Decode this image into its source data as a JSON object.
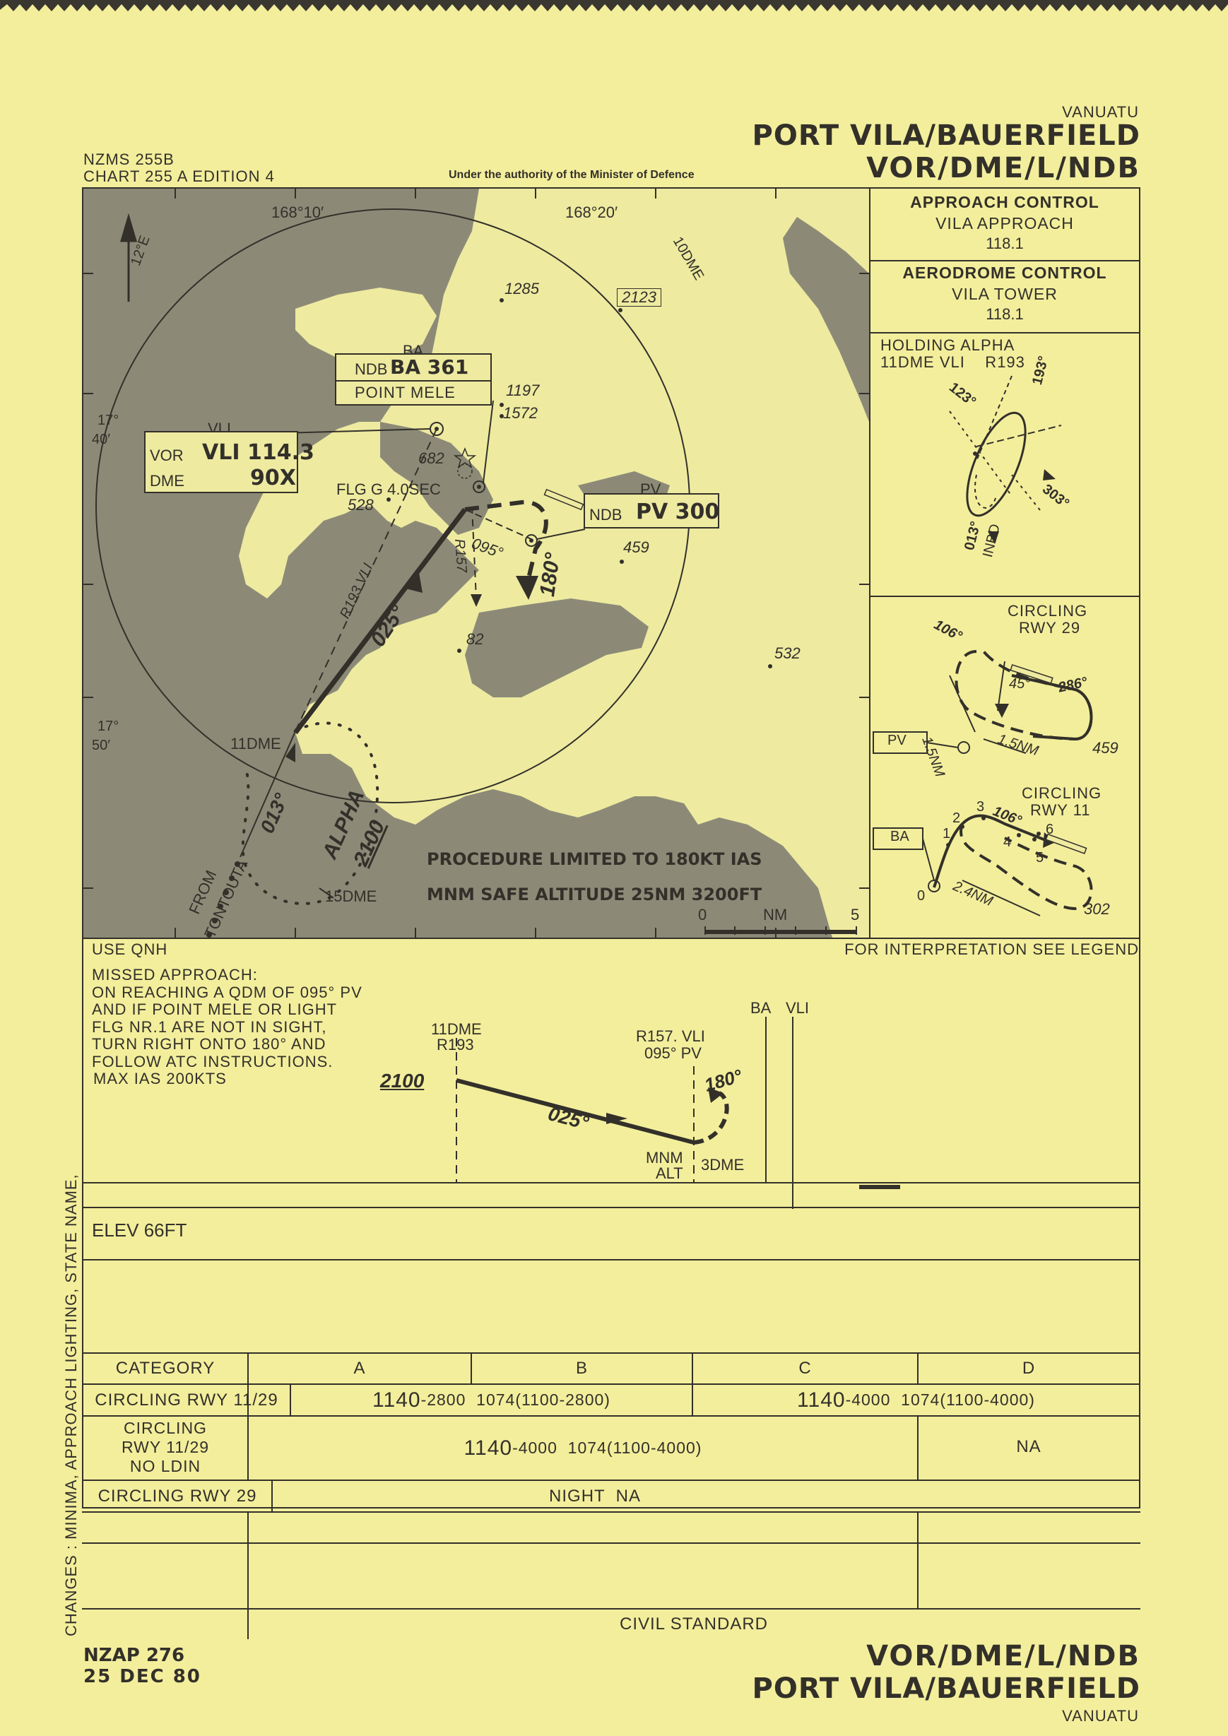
{
  "header": {
    "country": "VANUATU",
    "airport": "PORT VILA/BAUERFIELD",
    "procedure": "VOR/DME/L/NDB",
    "chart_series": "NZMS 255B",
    "chart_edition": "CHART 255 A  EDITION 4",
    "authority": "Under the authority of the Minister of Defence"
  },
  "comms": {
    "approach_title": "APPROACH CONTROL",
    "approach_name": "VILA APPROACH",
    "approach_freq": "118.1",
    "aerodrome_title": "AERODROME CONTROL",
    "aerodrome_name": "VILA TOWER",
    "aerodrome_freq": "118.1"
  },
  "holding": {
    "title": "HOLDING ALPHA",
    "fix": "11DME VLI    R193",
    "radial_193": "193°",
    "radial_123": "123°",
    "radial_303": "303°",
    "inbound": "013°",
    "inbd_label": "INBD"
  },
  "circling29": {
    "title": "CIRCLING",
    "rwy": "RWY 29",
    "hdg_106": "106°",
    "hdg_286": "286°",
    "angle_45": "45°",
    "dist_a": "1.5NM",
    "dist_b": "1.5NM",
    "beacon": "PV",
    "elev": "459"
  },
  "circling11": {
    "title": "CIRCLING",
    "rwy": "RWY 11",
    "hdg_106": "106°",
    "beacon": "BA",
    "dist": "2.4NM",
    "elev": "302",
    "p0": "0",
    "p1": "1",
    "p2": "2",
    "p3": "3",
    "p4": "4",
    "p5": "5",
    "p6": "6"
  },
  "plan": {
    "lon1": "168°10′",
    "lon2": "168°20′",
    "lat1a": "17°",
    "lat1b": "40′",
    "lat2a": "17°",
    "lat2b": "50′",
    "north": "12°E",
    "ring": "10DME",
    "elev_1285": "1285",
    "elev_2123": "2123",
    "elev_1197": "1197",
    "elev_1572": "1572",
    "elev_682": "682",
    "elev_528": "528",
    "elev_459": "459",
    "elev_82": "82",
    "elev_532": "532",
    "ba_ident": "BA",
    "ba_type": "NDB",
    "ba_freq": "BA 361",
    "ba_name": "POINT MELE",
    "vli_ident": "VLI",
    "vli_vor": "VOR",
    "vli_freq": "VLI 114.3",
    "vli_dme": "DME",
    "vli_chan": "90X",
    "pv_ident": "PV",
    "pv_type": "NDB",
    "pv_freq": "PV 300",
    "light": "FLG G 4.0SEC",
    "r193": "R193 VLI",
    "r157": "R157",
    "crs_025": "025°",
    "crs_095": "095°",
    "crs_180": "180°",
    "crs_013": "013°",
    "dme11": "11DME",
    "dme15": "15DME",
    "alpha": "ALPHA",
    "alpha_alt": "2100",
    "from_line1": "FROM",
    "from_line2": "TONTOUTA",
    "note1": "PROCEDURE LIMITED TO 180KT IAS",
    "note2": "MNM SAFE ALTITUDE 25NM  3200FT",
    "scale_0": "0",
    "scale_nm": "NM",
    "scale_5": "5"
  },
  "profile": {
    "use_qnh": "USE QNH",
    "legend_ref": "FOR INTERPRETATION SEE LEGEND",
    "missed": [
      "MISSED APPROACH:",
      "ON REACHING A QDM OF 095° PV",
      "AND IF POINT MELE OR LIGHT",
      "FLG NR.1  ARE NOT IN SIGHT,",
      "TURN RIGHT ONTO 180° AND",
      "FOLLOW ATC INSTRUCTIONS.",
      "MAX  IAS  200KTS"
    ],
    "fix1a": "11DME",
    "fix1b": "R193",
    "alt": "2100",
    "crs": "025°",
    "fix2a": "R157. VLI",
    "fix2b": "095° PV",
    "turn": "180°",
    "mnm_a": "MNM",
    "mnm_b": "ALT",
    "dme3": "3DME",
    "ba": "BA",
    "vli": "VLI"
  },
  "aerodrome": {
    "elev": "ELEV 66FT"
  },
  "minima": {
    "side_label": "CHANGES : MINIMA, APPROACH LIGHTING, STATE NAME,",
    "head_category": "CATEGORY",
    "head_a": "A",
    "head_b": "B",
    "head_c": "C",
    "head_d": "D",
    "r1_label": "CIRCLING RWY 11/29",
    "r1_ab_big": "1140",
    "r1_ab_rest": "-2800  1074(1100-2800)",
    "r1_cd_big": "1140",
    "r1_cd_rest": "-4000  1074(1100-4000)",
    "r2_label_1": "CIRCLING",
    "r2_label_2": "RWY 11/29",
    "r2_label_3": "NO LDIN",
    "r2_abc_big": "1140",
    "r2_abc_rest": "-4000  1074(1100-4000)",
    "r2_d": "NA",
    "r3_label": "CIRCLING RWY 29",
    "r3_value": "NIGHT  NA",
    "civil": "CIVIL STANDARD"
  },
  "footer": {
    "ref": "NZAP 276",
    "date": "25 DEC 80",
    "procedure": "VOR/DME/L/NDB",
    "airport": "PORT VILA/BAUERFIELD",
    "country": "VANUATU"
  }
}
